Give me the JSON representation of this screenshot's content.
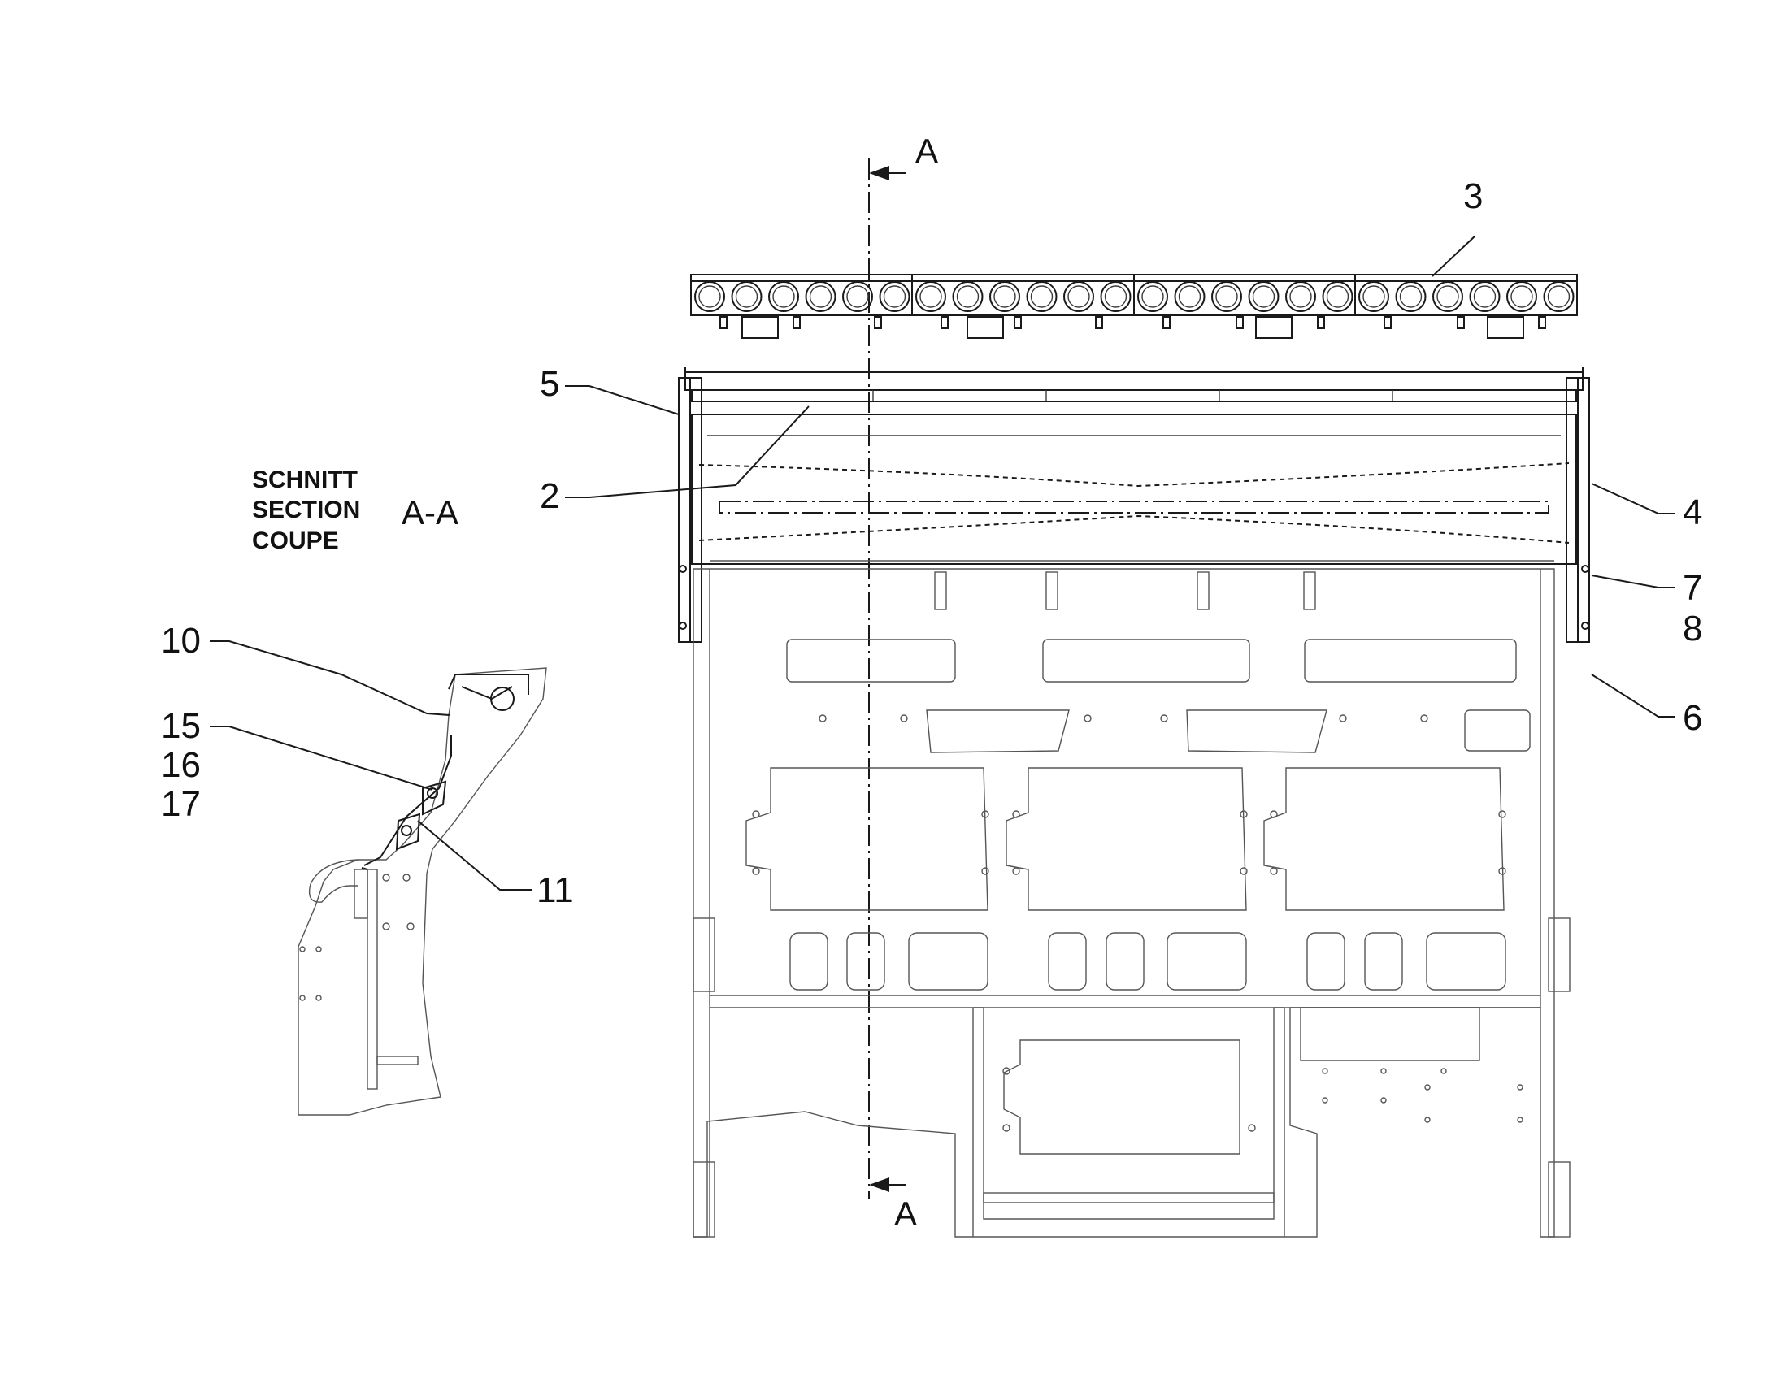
{
  "section_view": {
    "label_de": "SCHNITT",
    "label_en": "SECTION",
    "label_fr": "COUPE",
    "id": "A-A"
  },
  "cut_markers": {
    "top": "A",
    "bottom": "A"
  },
  "callouts": {
    "c2": "2",
    "c3": "3",
    "c4": "4",
    "c5": "5",
    "c6": "6",
    "c7": "7",
    "c8": "8",
    "c10": "10",
    "c11": "11",
    "c15": "15",
    "c16": "16",
    "c17": "17"
  },
  "colors": {
    "line": "#1a1a1a",
    "frame": "#555555",
    "background": "#ffffff"
  }
}
